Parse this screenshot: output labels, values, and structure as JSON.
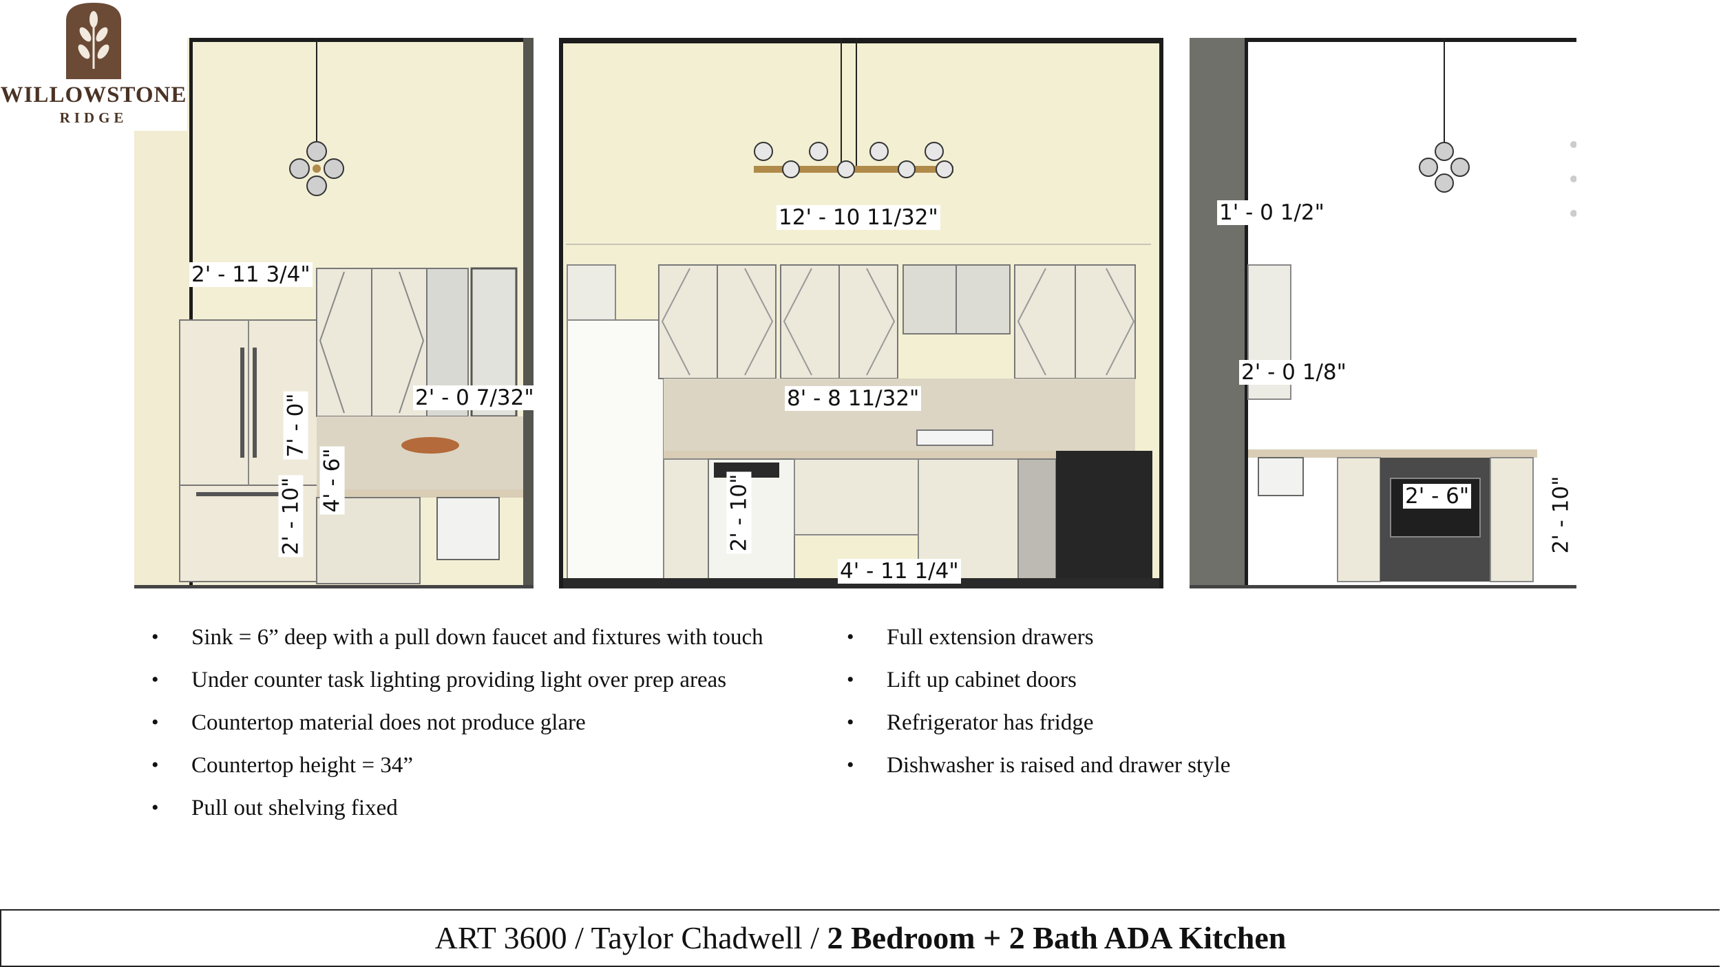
{
  "logo": {
    "name_line1": "WILLOWSTONE",
    "name_line2": "RIDGE",
    "icon": "leaf-arch-icon",
    "color": "#6b4a36"
  },
  "left_elevation": {
    "dim_upper_width": "2' - 11 3/4\"",
    "dim_counter_gap": "2' - 0 7/32\"",
    "dim_tall_height": "7' - 0\"",
    "dim_counter_height": "4' - 6\"",
    "dim_base_height": "2' - 10\""
  },
  "center_elevation": {
    "dim_overall_width": "12' - 10 11/32\"",
    "dim_backsplash_width": "8' - 8 11/32\"",
    "dim_base_height": "2' - 10\"",
    "dim_toe_width": "4' - 11 1/4\""
  },
  "right_elevation": {
    "dim_top_offset": "1' - 0 1/2\"",
    "dim_counter_depth": "2' - 0 1/8\"",
    "dim_oven_width": "2' - 6\"",
    "dim_base_height": "2' - 10\""
  },
  "notes_left": [
    "Sink = 6” deep with a pull down faucet and fixtures with touch",
    "Under counter task lighting providing light over prep areas",
    "Countertop material does not produce glare",
    "Countertop height = 34”",
    "Pull out shelving fixed"
  ],
  "notes_right": [
    "Full extension drawers",
    "Lift up cabinet doors",
    "Refrigerator has fridge",
    "Dishwasher is raised and drawer style"
  ],
  "bullet": "•",
  "footer": {
    "prefix": "ART 3600 / Taylor Chadwell / ",
    "bold": "2 Bedroom + 2 Bath ADA Kitchen"
  },
  "colors": {
    "wall_cream": "#f3efd2",
    "cabinet": "#eeeadb",
    "tile": "#dcd5c4",
    "wall_gray": "#6f706a",
    "fixture_brass": "#b08a4a"
  }
}
